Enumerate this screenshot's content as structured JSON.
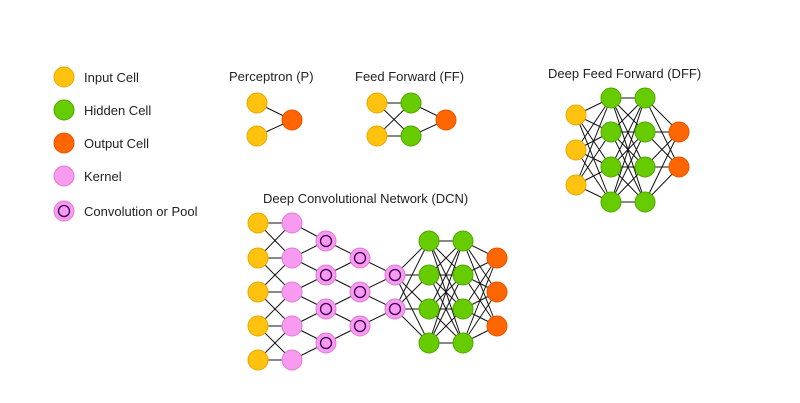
{
  "colors": {
    "input": "#FFC20E",
    "input_stroke": "#E5A800",
    "hidden": "#66CC00",
    "hidden_stroke": "#4FA600",
    "output": "#FF6600",
    "output_stroke": "#E65300",
    "kernel": "#F79AF0",
    "kernel_stroke": "#E07AD8",
    "conv_ring": "#3A0050"
  },
  "legend": {
    "items": [
      {
        "type": "input",
        "label": "Input Cell"
      },
      {
        "type": "hidden",
        "label": "Hidden Cell"
      },
      {
        "type": "output",
        "label": "Output Cell"
      },
      {
        "type": "kernel",
        "label": "Kernel"
      },
      {
        "type": "conv",
        "label": "Convolution or Pool"
      }
    ]
  },
  "networks": {
    "perceptron": {
      "title": "Perceptron (P)"
    },
    "ff": {
      "title": "Feed Forward (FF)"
    },
    "dff": {
      "title": "Deep Feed Forward (DFF)"
    },
    "dcn": {
      "title": "Deep Convolutional Network (DCN)"
    }
  }
}
